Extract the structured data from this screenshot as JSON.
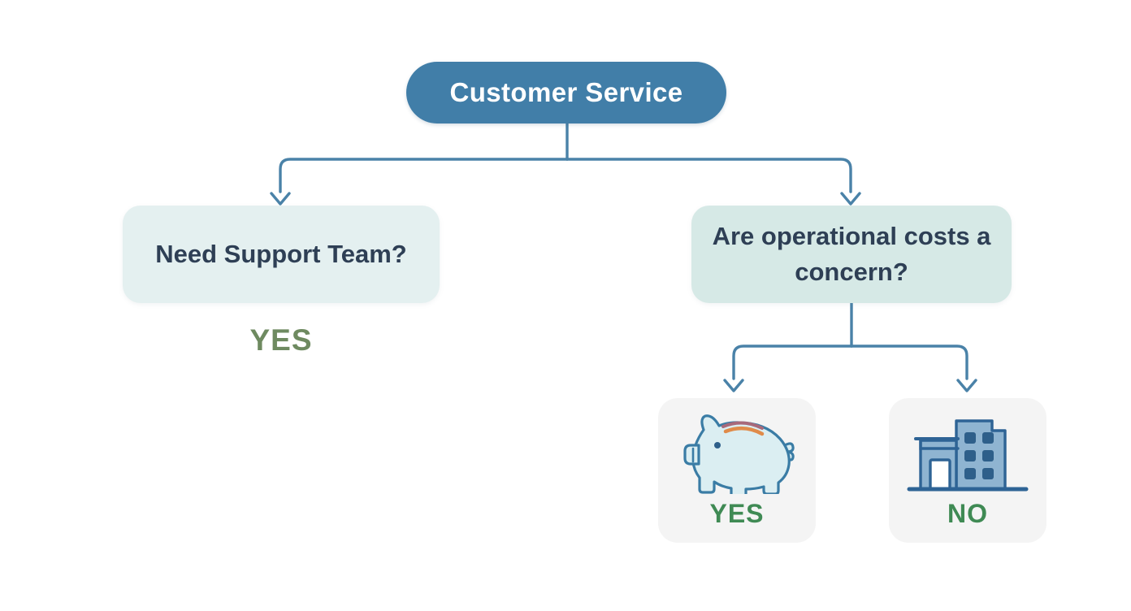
{
  "diagram": {
    "title_node": {
      "label": "Customer Service"
    },
    "branches": {
      "left": {
        "decision_label": "Need Support Team?",
        "outcome_label": "YES"
      },
      "right": {
        "decision_label": "Are operational costs a concern?",
        "outcomes": [
          {
            "icon": "piggy-bank-icon",
            "label": "YES"
          },
          {
            "icon": "office-building-icon",
            "label": "NO"
          }
        ]
      }
    }
  },
  "colors": {
    "root_fill": "#417ea8",
    "root_text": "#ffffff",
    "decision_left_fill": "#e4f0f0",
    "decision_right_fill": "#d6e9e6",
    "decision_text": "#2e3f55",
    "connector": "#4a82a8",
    "sage_green": "#6e8a60",
    "forest_green": "#3f8a54",
    "card_fill": "#f4f4f4",
    "page_background": "#ffffff"
  }
}
